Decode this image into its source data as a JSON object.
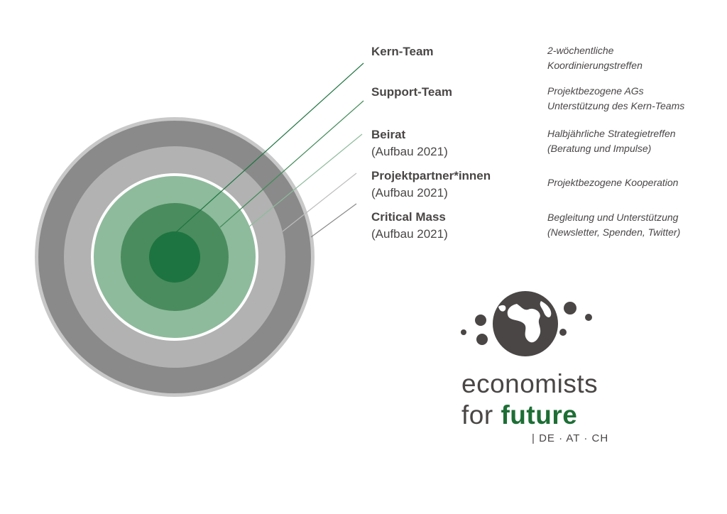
{
  "layers": [
    {
      "name": "Kern-Team",
      "sub": "",
      "desc1": "2-wöchentliche",
      "desc2": "Koordinierungstreffen",
      "color": "#1d7440"
    },
    {
      "name": "Support-Team",
      "sub": "",
      "desc1": "Projektbezogene AGs",
      "desc2": "Unterstützung des Kern-Teams",
      "color": "#4a8c5e"
    },
    {
      "name": "Beirat",
      "sub": "(Aufbau 2021)",
      "desc1": "Halbjährliche Strategietreffen",
      "desc2": "(Beratung und Impulse)",
      "color": "#8ebb9c"
    },
    {
      "name": "Projektpartner*innen",
      "sub": "(Aufbau 2021)",
      "desc1": "Projektbezogene Kooperation",
      "desc2": "",
      "color": "#b2b2b2"
    },
    {
      "name": "Critical Mass",
      "sub": "(Aufbau 2021)",
      "desc1": "Begleitung und Unterstützung",
      "desc2": "(Newsletter, Spenden, Twitter)",
      "color": "#8a8a8a"
    }
  ],
  "logo": {
    "line1": "economists",
    "line2_prefix": "for",
    "line2_accent": "future",
    "region": "| DE · AT · CH",
    "accent_color": "#1d6e35",
    "text_color": "#4a4646"
  },
  "icons": {
    "globe": "globe-icon"
  }
}
